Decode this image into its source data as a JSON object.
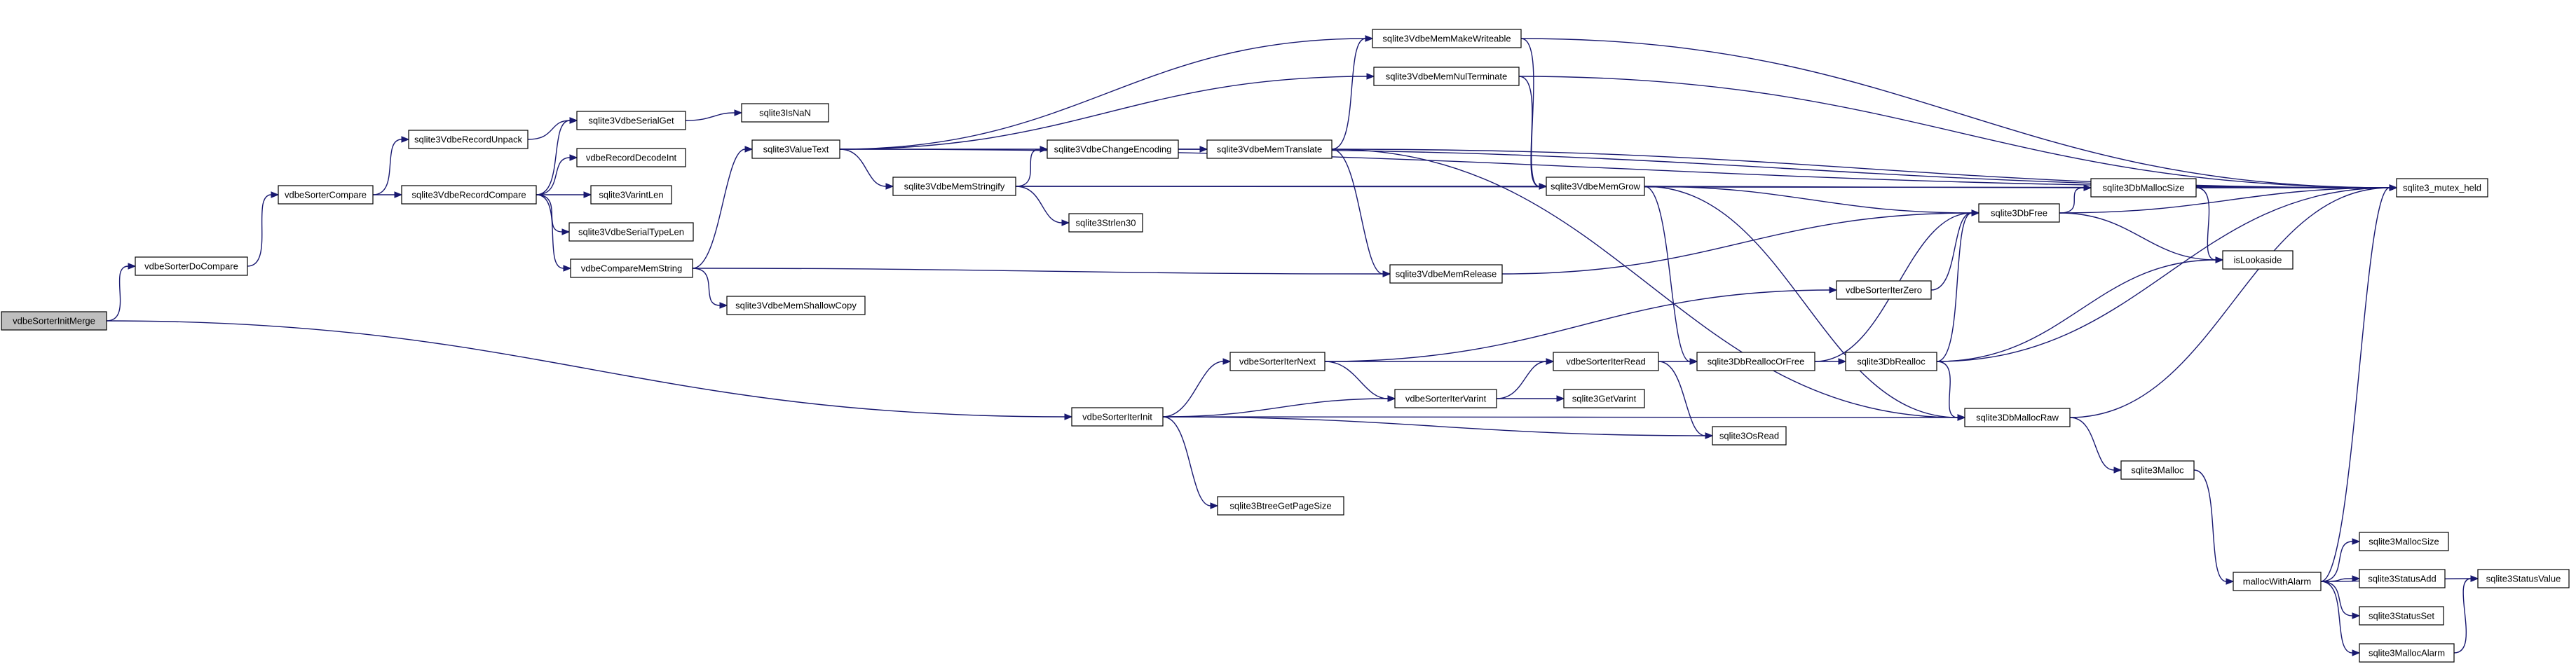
{
  "graph": {
    "root": "vdbeSorterInitMerge",
    "nodes": [
      {
        "id": "vdbeSorterInitMerge",
        "label": "vdbeSorterInitMerge"
      },
      {
        "id": "vdbeSorterDoCompare",
        "label": "vdbeSorterDoCompare"
      },
      {
        "id": "vdbeSorterCompare",
        "label": "vdbeSorterCompare"
      },
      {
        "id": "sqlite3VdbeRecordUnpack",
        "label": "sqlite3VdbeRecordUnpack"
      },
      {
        "id": "sqlite3VdbeRecordCompare",
        "label": "sqlite3VdbeRecordCompare"
      },
      {
        "id": "sqlite3VdbeSerialGet",
        "label": "sqlite3VdbeSerialGet"
      },
      {
        "id": "sqlite3IsNaN",
        "label": "sqlite3IsNaN"
      },
      {
        "id": "vdbeRecordDecodeInt",
        "label": "vdbeRecordDecodeInt"
      },
      {
        "id": "sqlite3VarintLen",
        "label": "sqlite3VarintLen"
      },
      {
        "id": "sqlite3VdbeSerialTypeLen",
        "label": "sqlite3VdbeSerialTypeLen"
      },
      {
        "id": "vdbeCompareMemString",
        "label": "vdbeCompareMemString"
      },
      {
        "id": "sqlite3VdbeMemShallowCopy",
        "label": "sqlite3VdbeMemShallowCopy"
      },
      {
        "id": "sqlite3ValueText",
        "label": "sqlite3ValueText"
      },
      {
        "id": "sqlite3VdbeMemStringify",
        "label": "sqlite3VdbeMemStringify"
      },
      {
        "id": "sqlite3Strlen30",
        "label": "sqlite3Strlen30"
      },
      {
        "id": "sqlite3VdbeChangeEncoding",
        "label": "sqlite3VdbeChangeEncoding"
      },
      {
        "id": "sqlite3VdbeMemTranslate",
        "label": "sqlite3VdbeMemTranslate"
      },
      {
        "id": "sqlite3VdbeMemMakeWriteable",
        "label": "sqlite3VdbeMemMakeWriteable"
      },
      {
        "id": "sqlite3VdbeMemNulTerminate",
        "label": "sqlite3VdbeMemNulTerminate"
      },
      {
        "id": "sqlite3VdbeMemGrow",
        "label": "sqlite3VdbeMemGrow"
      },
      {
        "id": "sqlite3VdbeMemRelease",
        "label": "sqlite3VdbeMemRelease"
      },
      {
        "id": "sqlite3_mutex_held",
        "label": "sqlite3_mutex_held"
      },
      {
        "id": "sqlite3DbMallocSize",
        "label": "sqlite3DbMallocSize"
      },
      {
        "id": "sqlite3DbFree",
        "label": "sqlite3DbFree"
      },
      {
        "id": "isLookaside",
        "label": "isLookaside"
      },
      {
        "id": "vdbeSorterIterZero",
        "label": "vdbeSorterIterZero"
      },
      {
        "id": "sqlite3DbReallocOrFree",
        "label": "sqlite3DbReallocOrFree"
      },
      {
        "id": "sqlite3DbRealloc",
        "label": "sqlite3DbRealloc"
      },
      {
        "id": "vdbeSorterIterRead",
        "label": "vdbeSorterIterRead"
      },
      {
        "id": "vdbeSorterIterNext",
        "label": "vdbeSorterIterNext"
      },
      {
        "id": "vdbeSorterIterVarint",
        "label": "vdbeSorterIterVarint"
      },
      {
        "id": "sqlite3GetVarint",
        "label": "sqlite3GetVarint"
      },
      {
        "id": "vdbeSorterIterInit",
        "label": "vdbeSorterIterInit"
      },
      {
        "id": "sqlite3OsRead",
        "label": "sqlite3OsRead"
      },
      {
        "id": "sqlite3DbMallocRaw",
        "label": "sqlite3DbMallocRaw"
      },
      {
        "id": "sqlite3BtreeGetPageSize",
        "label": "sqlite3BtreeGetPageSize"
      },
      {
        "id": "sqlite3Malloc",
        "label": "sqlite3Malloc"
      },
      {
        "id": "mallocWithAlarm",
        "label": "mallocWithAlarm"
      },
      {
        "id": "sqlite3MallocSize",
        "label": "sqlite3MallocSize"
      },
      {
        "id": "sqlite3StatusAdd",
        "label": "sqlite3StatusAdd"
      },
      {
        "id": "sqlite3StatusSet",
        "label": "sqlite3StatusSet"
      },
      {
        "id": "sqlite3MallocAlarm",
        "label": "sqlite3MallocAlarm"
      },
      {
        "id": "sqlite3StatusValue",
        "label": "sqlite3StatusValue"
      }
    ],
    "edges": [
      [
        "vdbeSorterInitMerge",
        "vdbeSorterDoCompare"
      ],
      [
        "vdbeSorterInitMerge",
        "vdbeSorterIterInit"
      ],
      [
        "vdbeSorterDoCompare",
        "vdbeSorterCompare"
      ],
      [
        "vdbeSorterCompare",
        "sqlite3VdbeRecordUnpack"
      ],
      [
        "vdbeSorterCompare",
        "sqlite3VdbeRecordCompare"
      ],
      [
        "sqlite3VdbeRecordUnpack",
        "sqlite3VdbeSerialGet"
      ],
      [
        "sqlite3VdbeRecordCompare",
        "sqlite3VdbeSerialGet"
      ],
      [
        "sqlite3VdbeRecordCompare",
        "vdbeRecordDecodeInt"
      ],
      [
        "sqlite3VdbeRecordCompare",
        "sqlite3VarintLen"
      ],
      [
        "sqlite3VdbeRecordCompare",
        "sqlite3VdbeSerialTypeLen"
      ],
      [
        "sqlite3VdbeRecordCompare",
        "vdbeCompareMemString"
      ],
      [
        "sqlite3VdbeSerialGet",
        "sqlite3IsNaN"
      ],
      [
        "vdbeCompareMemString",
        "sqlite3ValueText"
      ],
      [
        "vdbeCompareMemString",
        "sqlite3VdbeMemShallowCopy"
      ],
      [
        "vdbeCompareMemString",
        "sqlite3VdbeMemRelease"
      ],
      [
        "sqlite3ValueText",
        "sqlite3VdbeMemMakeWriteable"
      ],
      [
        "sqlite3ValueText",
        "sqlite3VdbeMemNulTerminate"
      ],
      [
        "sqlite3ValueText",
        "sqlite3_mutex_held"
      ],
      [
        "sqlite3ValueText",
        "sqlite3VdbeChangeEncoding"
      ],
      [
        "sqlite3ValueText",
        "sqlite3VdbeMemStringify"
      ],
      [
        "sqlite3VdbeMemStringify",
        "sqlite3VdbeChangeEncoding"
      ],
      [
        "sqlite3VdbeMemStringify",
        "sqlite3VdbeMemGrow"
      ],
      [
        "sqlite3VdbeMemStringify",
        "sqlite3Strlen30"
      ],
      [
        "sqlite3VdbeMemStringify",
        "sqlite3_mutex_held"
      ],
      [
        "sqlite3VdbeChangeEncoding",
        "sqlite3VdbeMemTranslate"
      ],
      [
        "sqlite3VdbeChangeEncoding",
        "sqlite3_mutex_held"
      ],
      [
        "sqlite3VdbeMemTranslate",
        "sqlite3VdbeMemMakeWriteable"
      ],
      [
        "sqlite3VdbeMemTranslate",
        "sqlite3_mutex_held"
      ],
      [
        "sqlite3VdbeMemTranslate",
        "sqlite3VdbeMemRelease"
      ],
      [
        "sqlite3VdbeMemTranslate",
        "sqlite3DbMallocRaw"
      ],
      [
        "sqlite3VdbeMemMakeWriteable",
        "sqlite3_mutex_held"
      ],
      [
        "sqlite3VdbeMemMakeWriteable",
        "sqlite3VdbeMemGrow"
      ],
      [
        "sqlite3VdbeMemNulTerminate",
        "sqlite3_mutex_held"
      ],
      [
        "sqlite3VdbeMemNulTerminate",
        "sqlite3VdbeMemGrow"
      ],
      [
        "sqlite3VdbeMemGrow",
        "sqlite3DbMallocSize"
      ],
      [
        "sqlite3VdbeMemGrow",
        "sqlite3DbFree"
      ],
      [
        "sqlite3VdbeMemGrow",
        "sqlite3DbReallocOrFree"
      ],
      [
        "sqlite3VdbeMemGrow",
        "sqlite3DbMallocRaw"
      ],
      [
        "sqlite3VdbeMemRelease",
        "sqlite3DbFree"
      ],
      [
        "sqlite3DbMallocSize",
        "sqlite3_mutex_held"
      ],
      [
        "sqlite3DbMallocSize",
        "isLookaside"
      ],
      [
        "sqlite3DbFree",
        "sqlite3DbMallocSize"
      ],
      [
        "sqlite3DbFree",
        "sqlite3_mutex_held"
      ],
      [
        "sqlite3DbFree",
        "isLookaside"
      ],
      [
        "vdbeSorterIterZero",
        "sqlite3DbFree"
      ],
      [
        "sqlite3DbReallocOrFree",
        "sqlite3DbRealloc"
      ],
      [
        "sqlite3DbReallocOrFree",
        "sqlite3DbFree"
      ],
      [
        "sqlite3DbRealloc",
        "sqlite3DbFree"
      ],
      [
        "sqlite3DbRealloc",
        "isLookaside"
      ],
      [
        "sqlite3DbRealloc",
        "sqlite3_mutex_held"
      ],
      [
        "sqlite3DbRealloc",
        "sqlite3DbMallocRaw"
      ],
      [
        "vdbeSorterIterRead",
        "sqlite3DbReallocOrFree"
      ],
      [
        "vdbeSorterIterRead",
        "sqlite3OsRead"
      ],
      [
        "vdbeSorterIterNext",
        "vdbeSorterIterZero"
      ],
      [
        "vdbeSorterIterNext",
        "vdbeSorterIterRead"
      ],
      [
        "vdbeSorterIterNext",
        "vdbeSorterIterVarint"
      ],
      [
        "vdbeSorterIterVarint",
        "vdbeSorterIterRead"
      ],
      [
        "vdbeSorterIterVarint",
        "sqlite3GetVarint"
      ],
      [
        "vdbeSorterIterInit",
        "vdbeSorterIterNext"
      ],
      [
        "vdbeSorterIterInit",
        "vdbeSorterIterVarint"
      ],
      [
        "vdbeSorterIterInit",
        "sqlite3OsRead"
      ],
      [
        "vdbeSorterIterInit",
        "sqlite3DbMallocRaw"
      ],
      [
        "vdbeSorterIterInit",
        "sqlite3BtreeGetPageSize"
      ],
      [
        "sqlite3DbMallocRaw",
        "sqlite3_mutex_held"
      ],
      [
        "sqlite3DbMallocRaw",
        "sqlite3Malloc"
      ],
      [
        "sqlite3Malloc",
        "mallocWithAlarm"
      ],
      [
        "mallocWithAlarm",
        "sqlite3_mutex_held"
      ],
      [
        "mallocWithAlarm",
        "sqlite3MallocSize"
      ],
      [
        "mallocWithAlarm",
        "sqlite3StatusAdd"
      ],
      [
        "mallocWithAlarm",
        "sqlite3StatusSet"
      ],
      [
        "mallocWithAlarm",
        "sqlite3MallocAlarm"
      ],
      [
        "mallocWithAlarm",
        "sqlite3StatusValue"
      ],
      [
        "sqlite3MallocAlarm",
        "sqlite3StatusValue"
      ]
    ]
  }
}
